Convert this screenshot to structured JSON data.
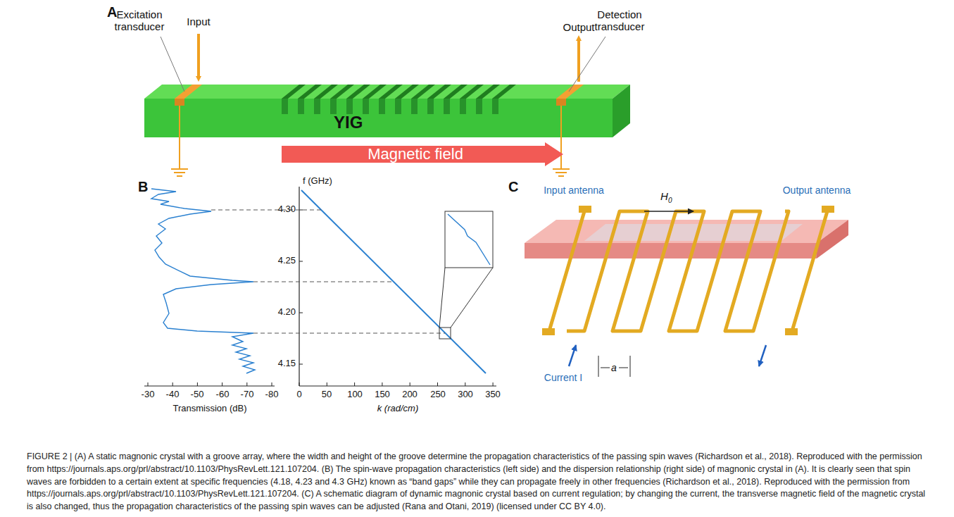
{
  "diagram": {
    "caption": "FIGURE 2 | (A) A static magnonic crystal with a groove array, where the width and height of the groove determine the propagation characteristics of the passing spin waves (Richardson et al., 2018). Reproduced with the permission from https://journals.aps.org/prl/abstract/10.1103/PhysRevLett.121.107204. (B) The spin-wave propagation characteristics (left side) and the dispersion relationship (right side) of magnonic crystal in (A). It is clearly seen that spin waves are forbidden to a certain extent at specific frequencies (4.18, 4.23 and 4.3 GHz) known as “band gaps” while they can propagate freely in other frequencies (Richardson et al., 2018). Reproduced with the permission from https://journals.aps.org/prl/abstract/10.1103/PhysRevLett.121.107204. (C) A schematic diagram of dynamic magnonic crystal based on current regulation; by changing the current, the transverse magnetic field of the magnetic crystal is also changed, thus the propagation characteristics of the passing spin waves can be adjusted (Rana and Otani, 2019) (licensed under CC BY 4.0).",
    "nodes": [
      {
        "text": [
          "YIG"
        ]
      },
      {
        "text": [
          "Magnetic field"
        ]
      }
    ],
    "labels": [
      "A",
      "Excitation transducer",
      "Input",
      "Output",
      "Detection transducer",
      "B",
      "f (GHz)",
      "4.30",
      "4.25",
      "4.20",
      "4.15",
      "-30",
      "-40",
      "-50",
      "-60",
      "-70",
      "-80",
      "Transmission (dB)",
      "0",
      "50",
      "100",
      "150",
      "200",
      "250",
      "300",
      "350",
      "k (rad/cm)",
      "C",
      "Input antenna",
      "Output antenna",
      "H",
      "0",
      "Current I",
      "a"
    ]
  }
}
